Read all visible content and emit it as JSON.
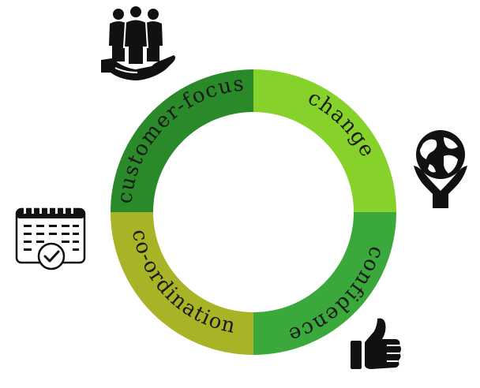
{
  "segments": [
    {
      "id": "customer-focus",
      "label": "customer-focus",
      "color": "#2a8a2a"
    },
    {
      "id": "change",
      "label": "change",
      "color": "#86d12a"
    },
    {
      "id": "confidence",
      "label": "confidence",
      "color": "#3aa83a"
    },
    {
      "id": "co-ordination",
      "label": "co-ordination",
      "color": "#a8b325"
    }
  ],
  "icons": [
    {
      "segment": "customer-focus",
      "name": "people-in-hand-icon"
    },
    {
      "segment": "change",
      "name": "globe-in-hands-icon"
    },
    {
      "segment": "confidence",
      "name": "thumbs-up-icon"
    },
    {
      "segment": "co-ordination",
      "name": "calendar-check-icon"
    }
  ]
}
